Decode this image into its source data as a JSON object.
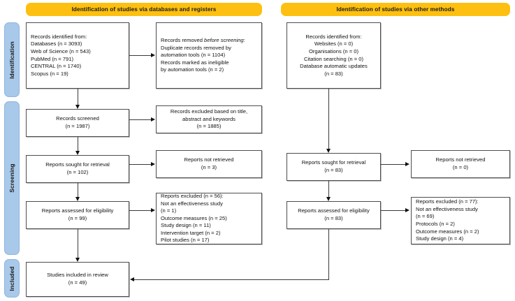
{
  "diagram": {
    "title": "PRISMA 2020 flow diagram",
    "colors": {
      "banner": "#FDC010",
      "stage_label": "#A9C9EA",
      "box_border": "#4D4D4D",
      "connector": "#3A3A3A",
      "background": "#FFFFFF"
    }
  },
  "banners": [
    {
      "id": "databases",
      "label": "Identification of studies via databases and registers"
    },
    {
      "id": "other",
      "label": "Identification of studies via other methods"
    }
  ],
  "stages": [
    {
      "id": "identification",
      "label": "Identification"
    },
    {
      "id": "screening",
      "label": "Screening"
    },
    {
      "id": "included",
      "label": "Included"
    }
  ],
  "boxes": {
    "records_identified": {
      "name": "records-identified-from",
      "lines": [
        "Records identified from:",
        "  Databases (n = 3093)",
        "    Web of Science (n = 543)",
        "    PubMed (n = 791)",
        "    CENTRAL (n = 1740)",
        "    Scopus (n = 19)"
      ],
      "text": "Records identified from:\n  Databases (n = 3093)\n    Web of Science (n = 543)\n    PubMed (n = 791)\n    CENTRAL (n = 1740)\n    Scopus (n = 19)"
    },
    "records_removed": {
      "name": "records-removed-before-screening",
      "prefix": "Records removed ",
      "italic": "before screening",
      "suffix": ":\n  Duplicate records removed by\n  automation tools (n = 1104)\n  Records marked as ineligible\n  by automation tools (n = 2)",
      "text": "Records removed before screening:\n  Duplicate records removed by\n  automation tools (n = 1104)\n  Records marked as ineligible\n  by automation tools (n = 2)"
    },
    "records_screened": {
      "name": "records-screened",
      "text": "Records screened\n(n = 1987)"
    },
    "records_excluded": {
      "name": "records-excluded",
      "text": "Records excluded based on title,\nabstract and keywords\n(n = 1885)"
    },
    "reports_sought_left": {
      "name": "reports-sought-for-retrieval-left",
      "text": "Reports sought for retrieval\n(n = 102)"
    },
    "reports_not_retrieved_left": {
      "name": "reports-not-retrieved-left",
      "text": "Reports not retrieved\n(n = 3)"
    },
    "reports_assessed_left": {
      "name": "reports-assessed-for-eligibility-left",
      "text": "Reports assessed for eligibility\n(n = 99)"
    },
    "reports_excluded_left": {
      "name": "reports-excluded-left",
      "text": "Reports excluded (n = 56):\n    Not an effectiveness study\n    (n = 1)\n    Outcome measures (n = 25)\n    Study design (n = 11)\n    Intervention target (n = 2)\n    Pilot studies (n = 17)"
    },
    "records_identified_other": {
      "name": "records-identified-other-methods",
      "text": "Records identified from:\nWebsites (n = 0)\nOrganisations (n = 0)\nCitation searching (n = 0)\nDatabase automatic updates\n(n = 83)"
    },
    "reports_sought_right": {
      "name": "reports-sought-for-retrieval-right",
      "text": "Reports sought for retrieval\n(n = 83)"
    },
    "reports_not_retrieved_right": {
      "name": "reports-not-retrieved-right",
      "text": "Reports not retrieved\n(n = 0)"
    },
    "reports_assessed_right": {
      "name": "reports-assessed-for-eligibility-right",
      "text": "Reports assessed for eligibility\n(n = 83)"
    },
    "reports_excluded_right": {
      "name": "reports-excluded-right",
      "text": "Reports excluded (n = 77):\n    Not an effectiveness study\n    (n = 69)\n    Protocols (n = 2)\n    Outcome measures (n = 2)\n    Study design (n = 4)"
    },
    "studies_included": {
      "name": "studies-included-in-review",
      "text": "Studies included in review\n(n = 49)"
    }
  },
  "chart_data": {
    "type": "diagram",
    "title": "PRISMA 2020 flow diagram for new systematic reviews",
    "columns": [
      "Identification of studies via databases and registers",
      "Identification of studies via other methods"
    ],
    "phases": [
      "Identification",
      "Screening",
      "Included"
    ],
    "nodes": [
      {
        "phase": "Identification",
        "column": "databases",
        "label": "Records identified from: Databases",
        "n": 3093,
        "children": [
          {
            "label": "Web of Science",
            "n": 543
          },
          {
            "label": "PubMed",
            "n": 791
          },
          {
            "label": "CENTRAL",
            "n": 1740
          },
          {
            "label": "Scopus",
            "n": 19
          }
        ]
      },
      {
        "phase": "Identification",
        "column": "databases",
        "label": "Records removed before screening",
        "children": [
          {
            "label": "Duplicate records removed by automation tools",
            "n": 1104
          },
          {
            "label": "Records marked as ineligible by automation tools",
            "n": 2
          }
        ]
      },
      {
        "phase": "Identification",
        "column": "other",
        "label": "Records identified from",
        "children": [
          {
            "label": "Websites",
            "n": 0
          },
          {
            "label": "Organisations",
            "n": 0
          },
          {
            "label": "Citation searching",
            "n": 0
          },
          {
            "label": "Database automatic updates",
            "n": 83
          }
        ]
      },
      {
        "phase": "Screening",
        "column": "databases",
        "label": "Records screened",
        "n": 1987
      },
      {
        "phase": "Screening",
        "column": "databases",
        "label": "Records excluded based on title, abstract and keywords",
        "n": 1885
      },
      {
        "phase": "Screening",
        "column": "databases",
        "label": "Reports sought for retrieval",
        "n": 102
      },
      {
        "phase": "Screening",
        "column": "databases",
        "label": "Reports not retrieved",
        "n": 3
      },
      {
        "phase": "Screening",
        "column": "databases",
        "label": "Reports assessed for eligibility",
        "n": 99
      },
      {
        "phase": "Screening",
        "column": "databases",
        "label": "Reports excluded",
        "n": 56,
        "children": [
          {
            "label": "Not an effectiveness study",
            "n": 1
          },
          {
            "label": "Outcome measures",
            "n": 25
          },
          {
            "label": "Study design",
            "n": 11
          },
          {
            "label": "Intervention target",
            "n": 2
          },
          {
            "label": "Pilot studies",
            "n": 17
          }
        ]
      },
      {
        "phase": "Screening",
        "column": "other",
        "label": "Reports sought for retrieval",
        "n": 83
      },
      {
        "phase": "Screening",
        "column": "other",
        "label": "Reports not retrieved",
        "n": 0
      },
      {
        "phase": "Screening",
        "column": "other",
        "label": "Reports assessed for eligibility",
        "n": 83
      },
      {
        "phase": "Screening",
        "column": "other",
        "label": "Reports excluded",
        "n": 77,
        "children": [
          {
            "label": "Not an effectiveness study",
            "n": 69
          },
          {
            "label": "Protocols",
            "n": 2
          },
          {
            "label": "Outcome measures",
            "n": 2
          },
          {
            "label": "Study design",
            "n": 4
          }
        ]
      },
      {
        "phase": "Included",
        "column": "merged",
        "label": "Studies included in review",
        "n": 49
      }
    ]
  }
}
